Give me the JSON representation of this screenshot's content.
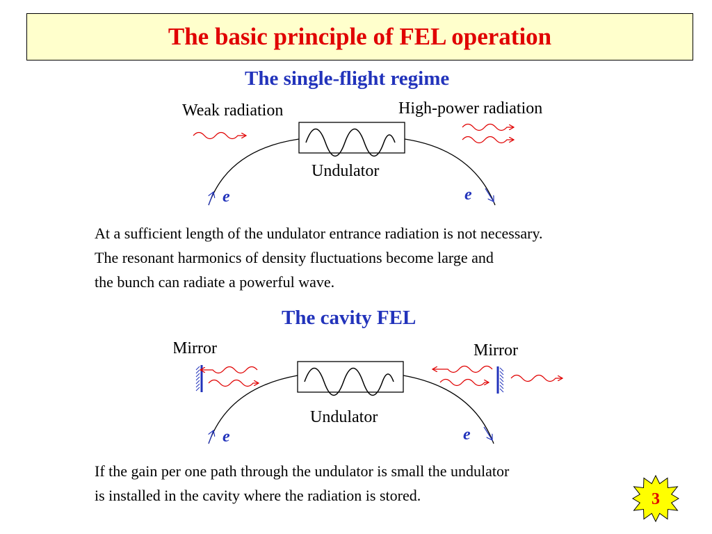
{
  "slide": {
    "title": "The basic principle of FEL operation",
    "page_number": "3"
  },
  "single_flight": {
    "heading": "The single-flight regime",
    "label_weak": "Weak radiation",
    "label_high": "High-power radiation",
    "label_undulator": "Undulator",
    "electron_label": "e",
    "paragraph": [
      "At a sufficient length of the undulator entrance radiation is not necessary.",
      "The resonant harmonics of density fluctuations become large and",
      "the bunch can radiate a powerful wave."
    ]
  },
  "cavity": {
    "heading": "The cavity FEL",
    "label_mirror": "Mirror",
    "label_undulator": "Undulator",
    "electron_label": "e",
    "paragraph": [
      "If the gain per one path through the undulator is small the undulator",
      "is installed in the cavity where the radiation is stored."
    ]
  },
  "colors": {
    "title": "#e00000",
    "title_bg": "#ffffcc",
    "heading": "#2233bb",
    "radiation": "#e00000",
    "mirror": "#2233bb",
    "badge_fill": "#ffff00",
    "badge_text": "#e00000"
  }
}
